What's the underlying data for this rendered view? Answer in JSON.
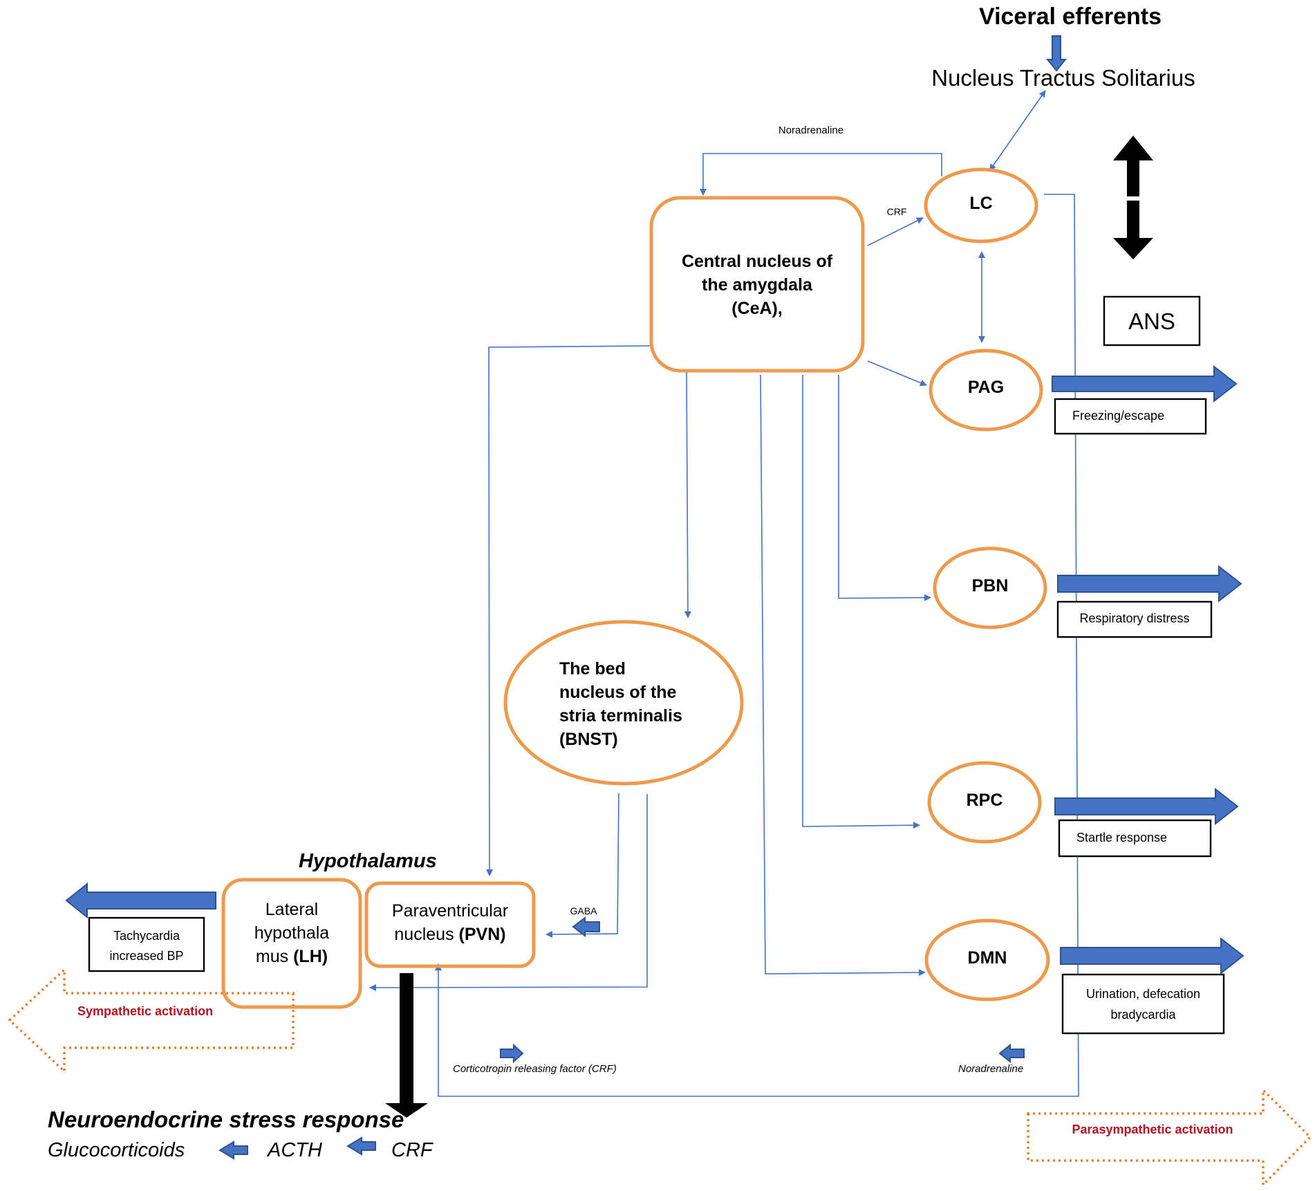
{
  "header": {
    "visceral_efferents": "Viceral efferents",
    "nts": "Nucleus Tractus Solitarius"
  },
  "nodes": {
    "cea": [
      "Central nucleus of",
      "the amygdala",
      "(CeA),"
    ],
    "lc": "LC",
    "pag": "PAG",
    "pbn": "PBN",
    "rpc": "RPC",
    "dmn": "DMN",
    "bnst": [
      "The bed",
      "nucleus of the",
      "stria terminalis",
      "(BNST)"
    ],
    "lh": {
      "line1": "Lateral",
      "line2": "hypothala",
      "line3_pre": "mus ",
      "line3_bold": "(LH)"
    },
    "pvn": {
      "line1": "Paraventricular",
      "line2_pre": "nucleus ",
      "line2_bold": "(PVN)"
    }
  },
  "labels": {
    "noradrenaline_top": "Noradrenaline",
    "crf_small": "CRF",
    "gaba": "GABA",
    "ans": "ANS",
    "hypothalamus": "Hypothalamus",
    "crf_legend": "Corticotropin releasing factor (CRF)",
    "noradrenaline_legend": "Noradrenaline"
  },
  "outputs": {
    "freezing": "Freezing/escape",
    "respiratory": "Respiratory distress",
    "startle": "Startle response",
    "urination": [
      "Urination, defecation",
      "bradycardia"
    ],
    "tachycardia": [
      "Tachycardia",
      "increased BP"
    ]
  },
  "activation": {
    "sympathetic": "Sympathetic activation",
    "parasympathetic": "Parasympathetic activation"
  },
  "neuroendocrine": {
    "title": "Neuroendocrine stress response",
    "glucocorticoids": "Glucocorticoids",
    "acth": "ACTH",
    "crf": "CRF"
  },
  "colors": {
    "node_outline": "#ee9a4d",
    "connector": "#4472c4",
    "arrow_fill": "#4472c4",
    "arrow_stroke": "#2f528f",
    "activation_dotted": "#ed7d31",
    "activation_text": "#b4141e"
  }
}
